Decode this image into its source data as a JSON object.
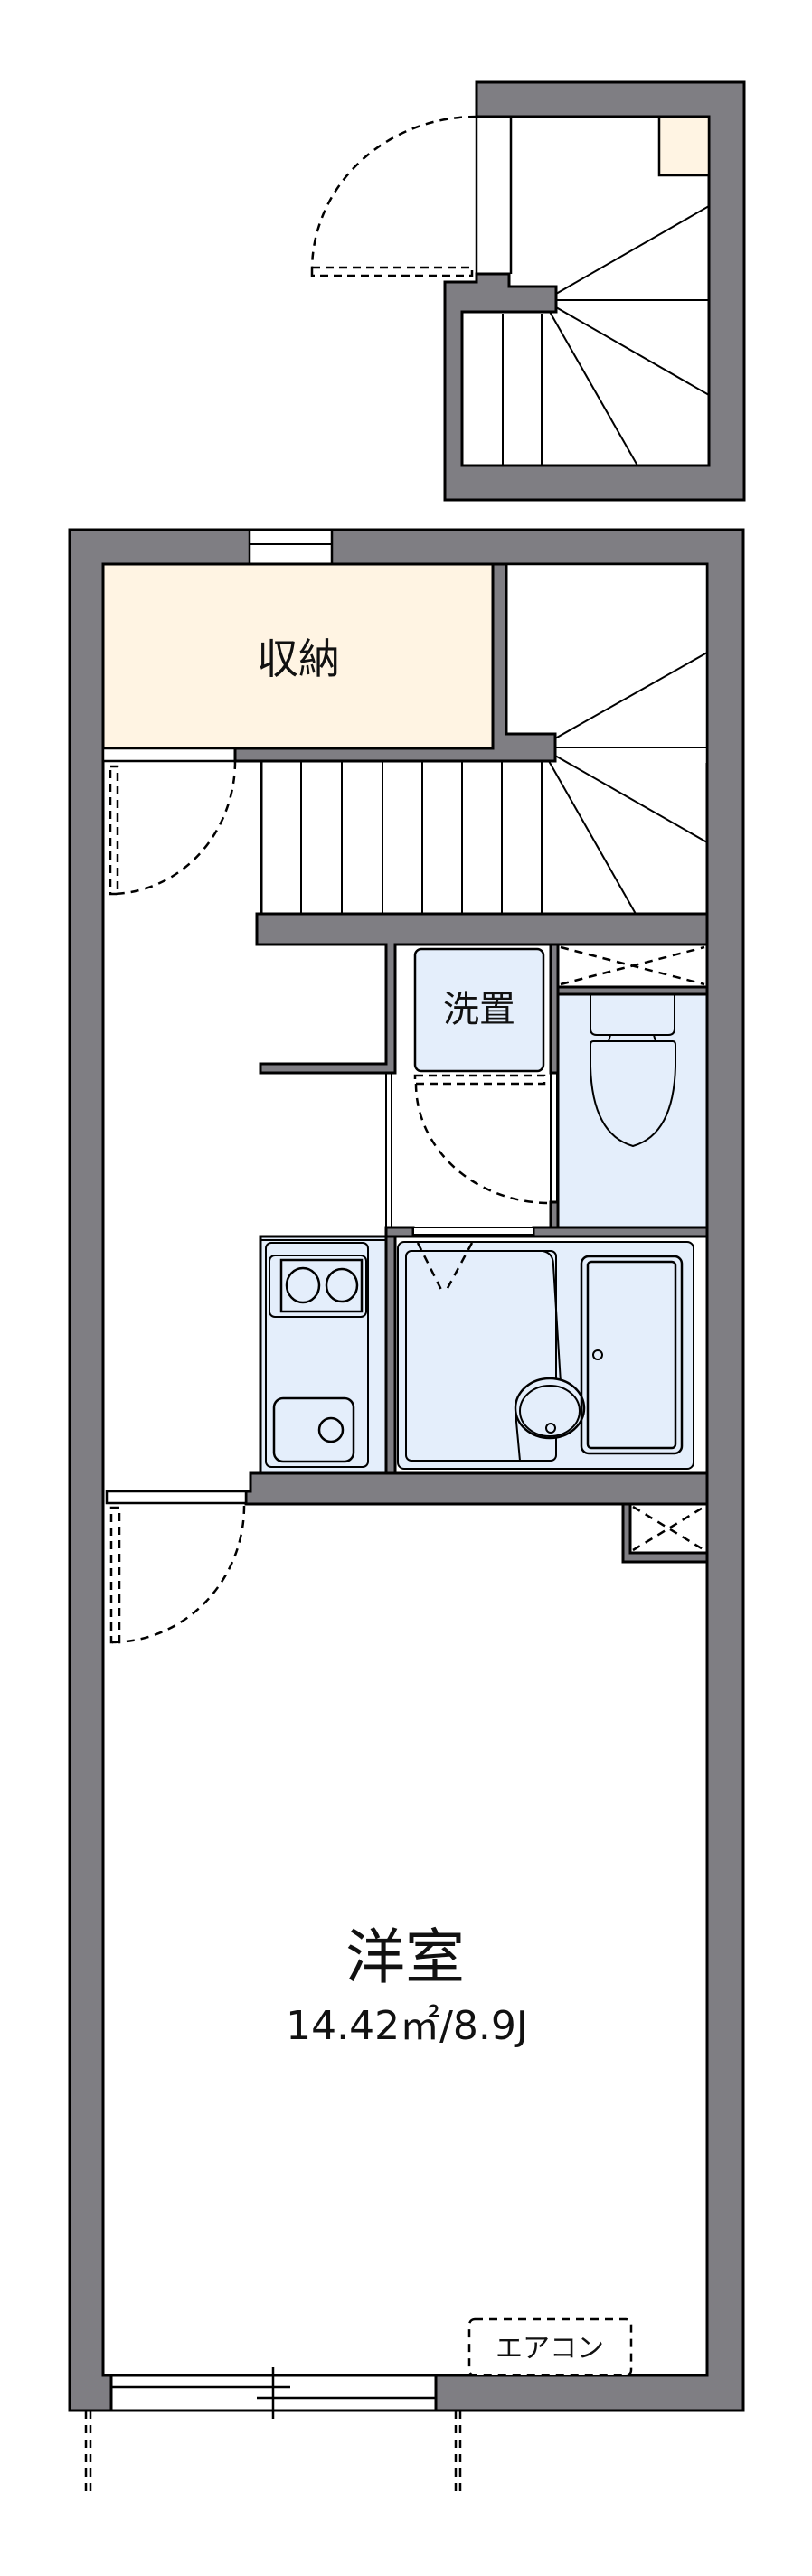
{
  "colors": {
    "wall": "#7f7e83",
    "storage_fill": "#fff4e3",
    "wet_area_fill": "#e4eefb",
    "line": "#000000",
    "background": "#ffffff"
  },
  "rooms": {
    "storage": {
      "label": "収納"
    },
    "washer_space": {
      "label": "洗置"
    },
    "western_room": {
      "label": "洋室",
      "area": "14.42㎡/8.9J"
    },
    "air_conditioner": {
      "label": "エアコン"
    }
  },
  "fixtures": {
    "upper_stairs": "stair-icon",
    "main_stairs": "stair-icon",
    "kitchen": "kitchen-counter-icon",
    "stove": "two-burner-stove-icon",
    "sink": "sink-icon",
    "toilet": "toilet-icon",
    "bath": "unit-bath-icon",
    "pipe_shaft_upper": "pipe-shaft-x-icon",
    "pipe_shaft_room": "pipe-shaft-x-icon"
  }
}
